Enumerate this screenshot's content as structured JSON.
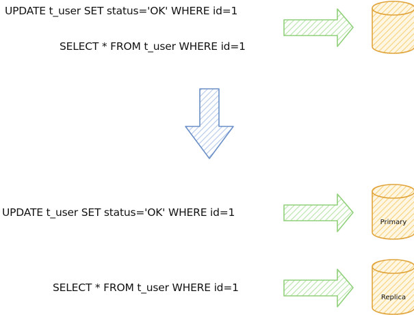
{
  "top": {
    "update_sql": "UPDATE t_user SET status='OK' WHERE id=1",
    "select_sql": "SELECT * FROM t_user WHERE id=1"
  },
  "bottom": {
    "update_sql": "UPDATE t_user SET status='OK' WHERE id=1",
    "select_sql": "SELECT * FROM t_user WHERE id=1",
    "primary_label": "Primary",
    "replica_label": "Replica"
  },
  "colors": {
    "arrow_green": "#8fd07a",
    "arrow_green_fill": "#c9ecbd",
    "arrow_blue": "#6a8fc7",
    "arrow_blue_fill": "#c3d5ef",
    "db_stroke": "#e0a33a",
    "db_fill": "#fbe2a6"
  },
  "icons": {
    "right_arrow": "arrow-right-icon",
    "down_arrow": "arrow-down-icon",
    "database": "database-icon"
  }
}
